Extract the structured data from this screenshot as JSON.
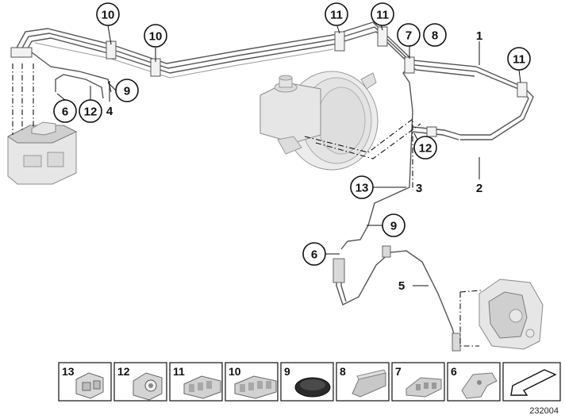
{
  "diagram": {
    "circled_callouts": [
      {
        "id": "c10a",
        "label": "10"
      },
      {
        "id": "c10b",
        "label": "10"
      },
      {
        "id": "c11a",
        "label": "11"
      },
      {
        "id": "c11b",
        "label": "11"
      },
      {
        "id": "c7",
        "label": "7"
      },
      {
        "id": "c8",
        "label": "8"
      },
      {
        "id": "c11c",
        "label": "11"
      },
      {
        "id": "c9a",
        "label": "9"
      },
      {
        "id": "c6a",
        "label": "6"
      },
      {
        "id": "c12a",
        "label": "12"
      },
      {
        "id": "c12b",
        "label": "12"
      },
      {
        "id": "c13",
        "label": "13"
      },
      {
        "id": "c9b",
        "label": "9"
      },
      {
        "id": "c6b",
        "label": "6"
      }
    ],
    "plain_labels": [
      {
        "id": "p1",
        "label": "1"
      },
      {
        "id": "p2",
        "label": "2"
      },
      {
        "id": "p3",
        "label": "3"
      },
      {
        "id": "p4",
        "label": "4"
      },
      {
        "id": "p5",
        "label": "5"
      }
    ],
    "parts_strip": [
      {
        "label": "13",
        "icon": "clip-holder-icon"
      },
      {
        "label": "12",
        "icon": "pipe-clip-icon"
      },
      {
        "label": "11",
        "icon": "triple-pipe-clip-icon"
      },
      {
        "label": "10",
        "icon": "quad-pipe-clip-icon"
      },
      {
        "label": "9",
        "icon": "grommet-icon"
      },
      {
        "label": "8",
        "icon": "pipe-cover-icon"
      },
      {
        "label": "7",
        "icon": "double-pipe-clip-icon"
      },
      {
        "label": "6",
        "icon": "bracket-icon"
      },
      {
        "label": "",
        "icon": "arrow-icon"
      }
    ],
    "reference_number": "232004"
  }
}
